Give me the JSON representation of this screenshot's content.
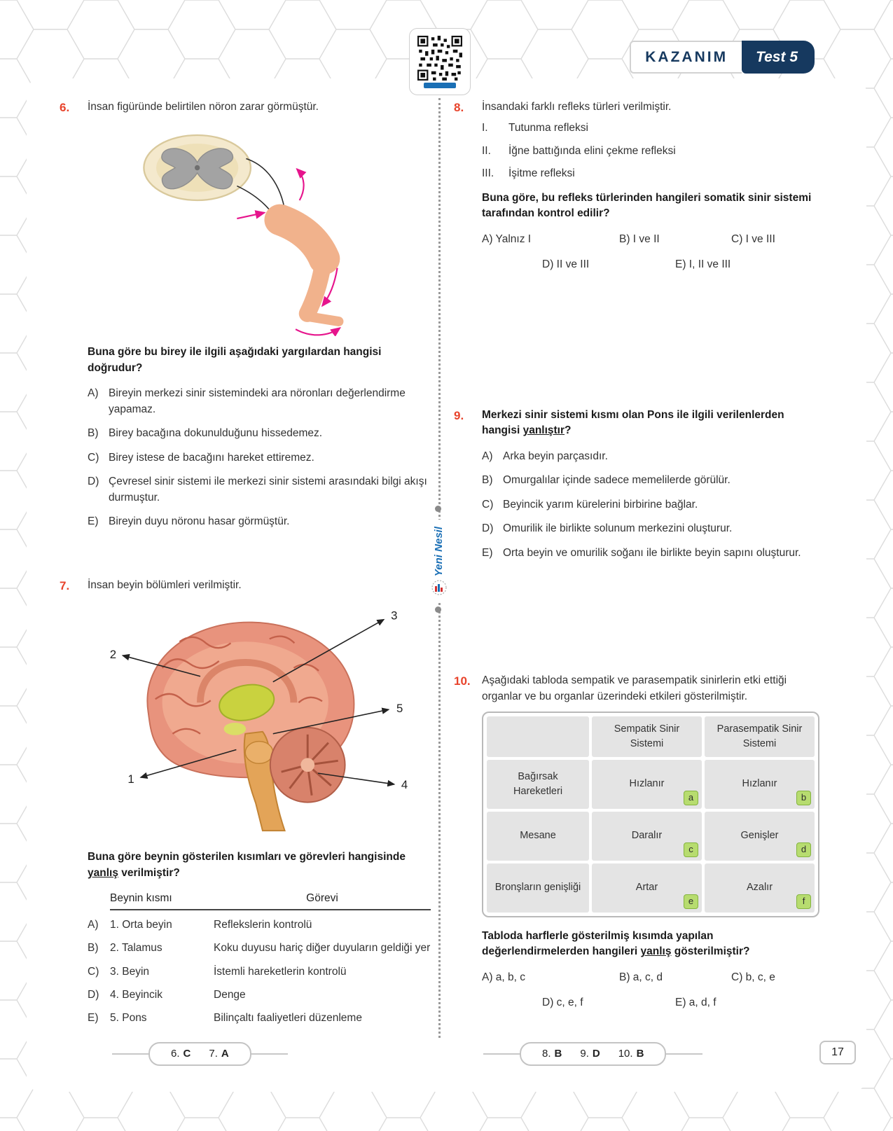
{
  "header": {
    "kazanim": "KAZANIM",
    "test": "Test 5"
  },
  "logo": {
    "name": "Yeni Nesil"
  },
  "q6": {
    "num": "6.",
    "intro": "İnsan figüründe belirtilen nöron zarar görmüştür.",
    "question": "Buna göre bu birey ile ilgili aşağıdaki yargılardan hangisi doğrudur?",
    "options": [
      {
        "label": "A)",
        "text": "Bireyin merkezi sinir sistemindeki ara nöronları değerlendirme yapamaz."
      },
      {
        "label": "B)",
        "text": "Birey bacağına dokunulduğunu hissedemez."
      },
      {
        "label": "C)",
        "text": "Birey istese de bacağını hareket ettiremez."
      },
      {
        "label": "D)",
        "text": "Çevresel sinir sistemi ile merkezi sinir sistemi arasındaki bilgi akışı durmuştur."
      },
      {
        "label": "E)",
        "text": "Bireyin duyu nöronu hasar görmüştür."
      }
    ]
  },
  "q7": {
    "num": "7.",
    "intro": "İnsan beyin bölümleri verilmiştir.",
    "question_pre": "Buna göre beynin gösterilen kısımları ve görevleri hangisinde ",
    "question_u": "yanlış",
    "question_post": " verilmiştir?",
    "col1": "Beynin kısmı",
    "col2": "Görevi",
    "labels": [
      "1",
      "2",
      "3",
      "4",
      "5"
    ],
    "rows": [
      {
        "label": "A)",
        "part": "1. Orta beyin",
        "duty": "Reflekslerin kontrolü"
      },
      {
        "label": "B)",
        "part": "2. Talamus",
        "duty": "Koku duyusu hariç diğer duyuların geldiği yer"
      },
      {
        "label": "C)",
        "part": "3. Beyin",
        "duty": "İstemli hareketlerin kontrolü"
      },
      {
        "label": "D)",
        "part": "4. Beyincik",
        "duty": "Denge"
      },
      {
        "label": "E)",
        "part": "5. Pons",
        "duty": "Bilinçaltı faaliyetleri düzenleme"
      }
    ]
  },
  "q8": {
    "num": "8.",
    "intro": "İnsandaki farklı refleks türleri verilmiştir.",
    "items": [
      {
        "roman": "I.",
        "text": "Tutunma refleksi"
      },
      {
        "roman": "II.",
        "text": "İğne battığında elini çekme refleksi"
      },
      {
        "roman": "III.",
        "text": "İşitme refleksi"
      }
    ],
    "question": "Buna göre, bu refleks türlerinden hangileri somatik sinir sistemi tarafından kontrol edilir?",
    "row1": [
      {
        "t": "A) Yalnız I"
      },
      {
        "t": "B) I ve II"
      },
      {
        "t": "C) I ve III"
      }
    ],
    "row2": [
      {
        "t": "D)  II ve III"
      },
      {
        "t": "E)  I, II ve III"
      }
    ]
  },
  "q9": {
    "num": "9.",
    "question_pre": "Merkezi sinir sistemi kısmı olan Pons ile ilgili verilenlerden hangisi ",
    "question_u": "yanlıştır",
    "question_post": "?",
    "options": [
      {
        "label": "A)",
        "text": "Arka beyin parçasıdır."
      },
      {
        "label": "B)",
        "text": "Omurgalılar içinde sadece memelilerde görülür."
      },
      {
        "label": "C)",
        "text": "Beyincik yarım kürelerini birbirine bağlar."
      },
      {
        "label": "D)",
        "text": "Omurilik ile birlikte solunum merkezini oluşturur."
      },
      {
        "label": "E)",
        "text": "Orta beyin ve omurilik soğanı ile birlikte beyin sapını oluşturur."
      }
    ]
  },
  "q10": {
    "num": "10.",
    "intro": "Aşağıdaki tabloda sempatik ve parasempatik sinirlerin etki ettiği organlar ve bu organlar üzerindeki etkileri gösterilmiştir.",
    "table": {
      "col1": "Sempatik Sinir Sistemi",
      "col2": "Parasempatik Sinir Sistemi",
      "rows": [
        {
          "organ": "Bağırsak Hareketleri",
          "s": "Hızlanır",
          "sb": "a",
          "p": "Hızlanır",
          "pb": "b"
        },
        {
          "organ": "Mesane",
          "s": "Daralır",
          "sb": "c",
          "p": "Genişler",
          "pb": "d"
        },
        {
          "organ": "Bronşların genişliği",
          "s": "Artar",
          "sb": "e",
          "p": "Azalır",
          "pb": "f"
        }
      ]
    },
    "question_pre": "Tabloda harflerle gösterilmiş kısımda yapılan değerlendirmelerden hangileri ",
    "question_u": "yanlış",
    "question_post": " gösterilmiştir?",
    "row1": [
      {
        "t": "A) a, b, c"
      },
      {
        "t": "B) a, c, d"
      },
      {
        "t": "C) b, c, e"
      }
    ],
    "row2": [
      {
        "t": "D)  c, e, f"
      },
      {
        "t": "E)  a, d, f"
      }
    ]
  },
  "footer": {
    "left": [
      {
        "n": "6.",
        "a": "C"
      },
      {
        "n": "7.",
        "a": "A"
      }
    ],
    "right": [
      {
        "n": "8.",
        "a": "B"
      },
      {
        "n": "9.",
        "a": "D"
      },
      {
        "n": "10.",
        "a": "B"
      }
    ],
    "page": "17"
  }
}
